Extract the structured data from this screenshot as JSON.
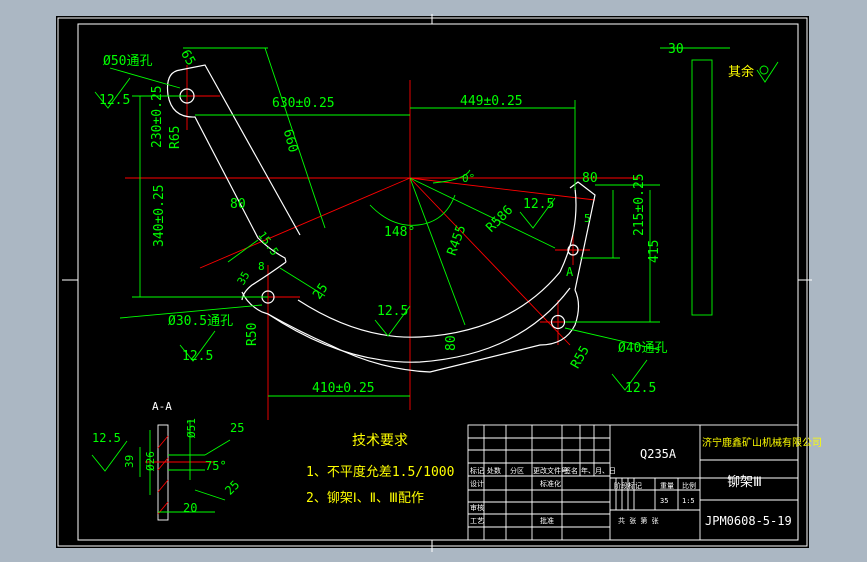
{
  "colors": {
    "window_bg": "#abb7c3",
    "sheet_bg": "#000000",
    "dimension": "#00ff00",
    "outline": "#ffffff",
    "centerline": "#ff0000",
    "text": "#ffff00"
  },
  "dims": {
    "hole50": "Ø50通孔",
    "d65": "65",
    "r65": "R65",
    "d630": "630±0.25",
    "d449": "449±0.25",
    "d230": "230±0.25",
    "d660": "660",
    "d80a": "80",
    "d15": "15.5",
    "d340": "340±0.25",
    "d35": "35",
    "d8": "8",
    "d25a": "25",
    "hole305": "Ø30.5通孔",
    "r50": "R50",
    "d410": "410±0.25",
    "ang148": "148°",
    "ang0": "0°",
    "r455": "R455",
    "r586": "R586",
    "d80b": "80",
    "d80c": "80",
    "d5": "5",
    "d215": "215±0.25",
    "d415": "415",
    "secA": "A",
    "r55": "R55",
    "hole40": "Ø40通孔",
    "d30": "30",
    "rough_rest": "其余",
    "ra1": "12.5",
    "ra2": "12.5",
    "ra3": "12.5",
    "ra4": "12.5",
    "ra5": "12.5"
  },
  "section": {
    "title": "A-A",
    "ra": "12.5",
    "d39": "39",
    "d26": "Ø26",
    "d51": "Ø51",
    "d25a": "25",
    "ang75": "75°",
    "d25b": "25",
    "d20": "20"
  },
  "requirements": {
    "title": "技术要求",
    "item1": "1、不平度允差1.5/1000",
    "item2": "2、铆架Ⅰ、Ⅱ、Ⅲ配作"
  },
  "title_block": {
    "material": "Q235A",
    "company": "济宁鹿鑫矿山机械有限公司",
    "part_name": "铆架Ⅲ",
    "drawing_no": "JPM0608-5-19",
    "header_row": [
      "标记",
      "处数",
      "分区",
      "更改文件号",
      "签名",
      "年、月、日"
    ],
    "designer": "设计",
    "standardization": "标准化",
    "stage_header": [
      "阶段标记",
      "重量",
      "比例"
    ],
    "weight": "35",
    "scale": "1:5",
    "reviewer": "审核",
    "process": "工艺",
    "approve": "批准",
    "sheet_info": "共 张 第 张"
  }
}
